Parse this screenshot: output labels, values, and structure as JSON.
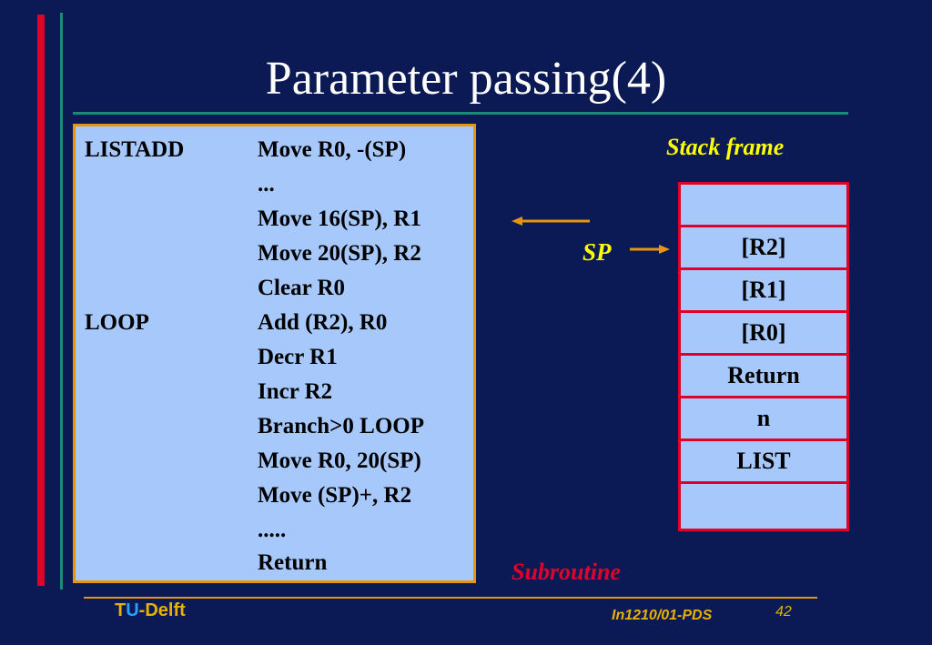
{
  "slide": {
    "title": "Parameter passing(4)",
    "code": [
      {
        "label": "LISTADD",
        "instr": "Move R0, -(SP)"
      },
      {
        "label": "",
        "instr": "..."
      },
      {
        "label": "",
        "instr": "Move 16(SP), R1"
      },
      {
        "label": "",
        "instr": "Move 20(SP), R2"
      },
      {
        "label": "",
        "instr": "Clear R0"
      },
      {
        "label": "LOOP",
        "instr": "Add (R2), R0"
      },
      {
        "label": "",
        "instr": "Decr R1"
      },
      {
        "label": "",
        "instr": "Incr R2"
      },
      {
        "label": "",
        "instr": "Branch>0 LOOP"
      },
      {
        "label": "",
        "instr": "Move R0, 20(SP)"
      },
      {
        "label": "",
        "instr": "Move (SP)+, R2"
      },
      {
        "label": "",
        "instr": "....."
      },
      {
        "label": "",
        "instr": "Return"
      }
    ],
    "stack_title": "Stack frame",
    "stack_cells": [
      "",
      "[R2]",
      "[R1]",
      "[R0]",
      "Return",
      "n",
      "LIST",
      ""
    ],
    "sp_label": "SP",
    "subroutine_label": "Subroutine"
  },
  "footer": {
    "logo_t": "T",
    "logo_u": "U",
    "logo_rest": "-Delft",
    "course": "In1210/01-PDS",
    "page": "42"
  },
  "colors": {
    "background": "#0b1a55",
    "code_box": "#a6c8fb",
    "accent_orange": "#e8940c",
    "accent_red": "#e0002a",
    "accent_yellow": "#ffff00",
    "accent_green": "#1a8a7a"
  }
}
